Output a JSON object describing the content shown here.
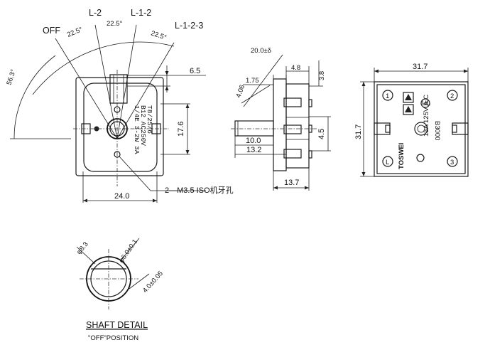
{
  "positions": {
    "off": "OFF",
    "l2": "L-2",
    "l12": "L-1-2",
    "l123": "L-1-2-3"
  },
  "angles": {
    "a1": "22.5°",
    "a2": "22.5°",
    "a3": "22.5°",
    "arc": "56.3°"
  },
  "front_view": {
    "dim_top": "6.5",
    "dim_width": "24.0",
    "dim_height": "17.6",
    "hole_note": "2—M3.5 ISO机牙孔",
    "label_text": [
      "1/4E 3-2W 3A",
      "B12 AC250V",
      "T8/25/6"
    ]
  },
  "side_view": {
    "dim_20": "20.0±δ",
    "dim_175": "1.75",
    "dim_406": "4.06",
    "dim_48": "4.8",
    "dim_38": "3.8",
    "dim_10": "10.0",
    "dim_132": "13.2",
    "dim_45": "4.5",
    "dim_137": "13.7"
  },
  "rear_view": {
    "dim_w": "31.7",
    "dim_h": "31.7",
    "terminals": [
      "1",
      "2",
      "3",
      "L"
    ],
    "brand": "TOSWEI",
    "model": "B3000",
    "rating": "13A 125V A.C"
  },
  "shaft": {
    "dim_8": "φ8.3",
    "dim_6": "φ6.0±0.1",
    "dim_4": "4.0±0.05",
    "title": "SHAFT DETAIL",
    "subtitle": "\"OFF\"POSITION"
  }
}
